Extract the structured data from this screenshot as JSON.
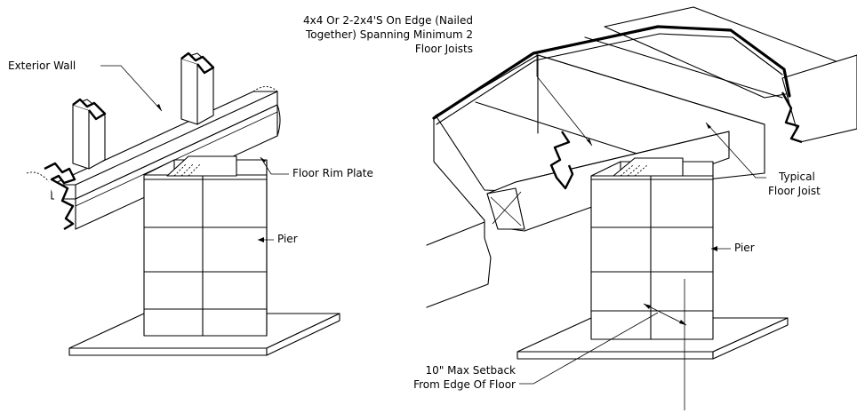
{
  "labels": {
    "exterior_wall": "Exterior Wall",
    "floor_rim_plate": "Floor Rim Plate",
    "pier_left": "Pier",
    "joist_support_line1": "4x4 Or 2-2x4'S On Edge (Nailed",
    "joist_support_line2": "Together) Spanning Minimum 2",
    "joist_support_line3": "Floor Joists",
    "typical_floor_joist_line1": "Typical",
    "typical_floor_joist_line2": "Floor Joist",
    "pier_right": "Pier",
    "setback_line1": "10\" Max Setback",
    "setback_line2": "From Edge Of Floor"
  }
}
